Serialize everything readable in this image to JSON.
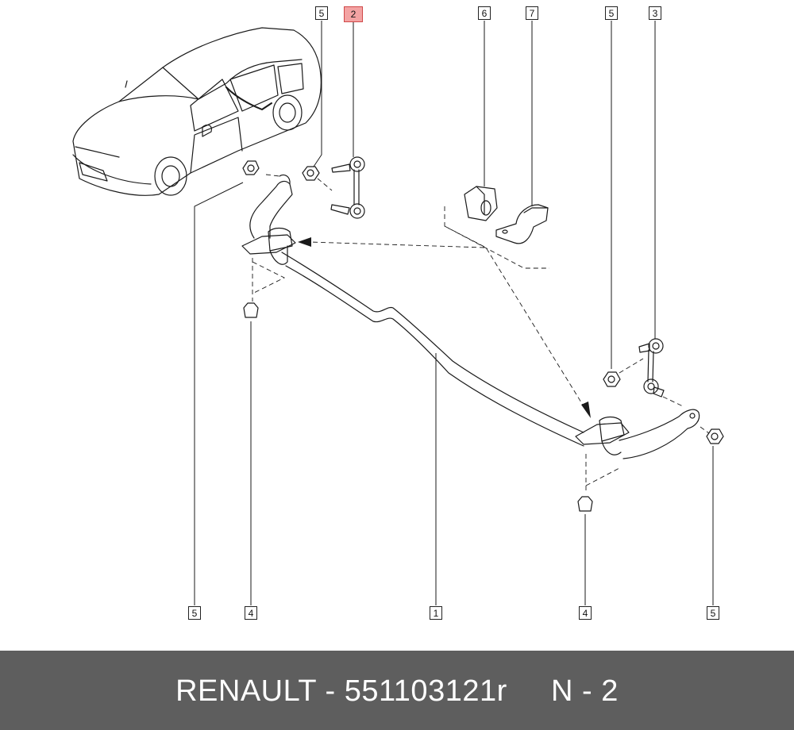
{
  "callouts": [
    {
      "id": "c-5-top-left",
      "label": "5",
      "highlight": false
    },
    {
      "id": "c-2-top",
      "label": "2",
      "highlight": true
    },
    {
      "id": "c-6-top",
      "label": "6",
      "highlight": false
    },
    {
      "id": "c-7-top",
      "label": "7",
      "highlight": false
    },
    {
      "id": "c-5-top-right",
      "label": "5",
      "highlight": false
    },
    {
      "id": "c-3-top",
      "label": "3",
      "highlight": false
    },
    {
      "id": "c-5-bottom-left",
      "label": "5",
      "highlight": false
    },
    {
      "id": "c-4-bottom-left",
      "label": "4",
      "highlight": false
    },
    {
      "id": "c-1-bottom",
      "label": "1",
      "highlight": false
    },
    {
      "id": "c-4-bottom-right",
      "label": "4",
      "highlight": false
    },
    {
      "id": "c-5-bottom-right",
      "label": "5",
      "highlight": false
    }
  ],
  "footer": {
    "brand": "RENAULT",
    "separator": " - ",
    "part_number": "551103121r",
    "ref_prefix": "N - ",
    "ref_number": "2",
    "text": "RENAULT - 551103121r     N - 2"
  },
  "colors": {
    "line": "#1a1a1a",
    "highlight_fill": "#f3a3a3",
    "highlight_border": "#d04848",
    "footer_bg": "#5e5e5e",
    "footer_text": "#ffffff"
  }
}
